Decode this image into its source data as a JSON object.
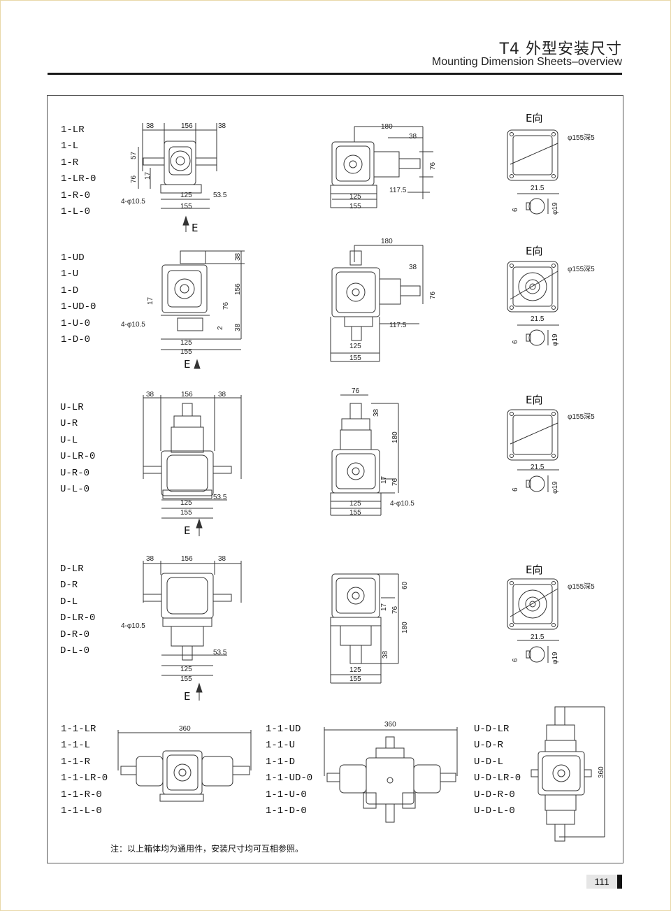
{
  "header": {
    "title": "T4 外型安装尺寸",
    "subtitle": "Mounting Dimension Sheets–overview"
  },
  "groups": [
    {
      "models": [
        "1-LR",
        "1-L",
        "1-R",
        "1-LR-0",
        "1-R-0",
        "1-L-0"
      ]
    },
    {
      "models": [
        "1-UD",
        "1-U",
        "1-D",
        "1-UD-0",
        "1-U-0",
        "1-D-0"
      ]
    },
    {
      "models": [
        "U-LR",
        "U-R",
        "U-L",
        "U-LR-0",
        "U-R-0",
        "U-L-0"
      ]
    },
    {
      "models": [
        "D-LR",
        "D-R",
        "D-L",
        "D-LR-0",
        "D-R-0",
        "D-L-0"
      ]
    },
    {
      "models": [
        "1-1-LR",
        "1-1-L",
        "1-1-R",
        "1-1-LR-0",
        "1-1-R-0",
        "1-1-L-0"
      ]
    },
    {
      "models": [
        "1-1-UD",
        "1-1-U",
        "1-1-D",
        "1-1-UD-0",
        "1-1-U-0",
        "1-1-D-0"
      ]
    },
    {
      "models": [
        "U-D-LR",
        "U-D-R",
        "U-D-L",
        "U-D-LR-0",
        "U-D-R-0",
        "U-D-L-0"
      ]
    }
  ],
  "dims": {
    "d38": "38",
    "d156": "156",
    "d180": "180",
    "d57": "57",
    "d76": "76",
    "d17": "17",
    "d125": "125",
    "d155": "155",
    "d53_5": "53.5",
    "d117_5": "117.5",
    "hole": "4-φ10.5",
    "d2": "2",
    "d60": "60",
    "d360": "360",
    "d21_5": "21.5",
    "d6": "6",
    "d19": "φ19",
    "flange": "φ155深5"
  },
  "labels": {
    "e_dir": "E向",
    "e_arrow": "E"
  },
  "note": "注：以上箱体均为通用件，安装尺寸均可互相参照。",
  "page_number": "111"
}
